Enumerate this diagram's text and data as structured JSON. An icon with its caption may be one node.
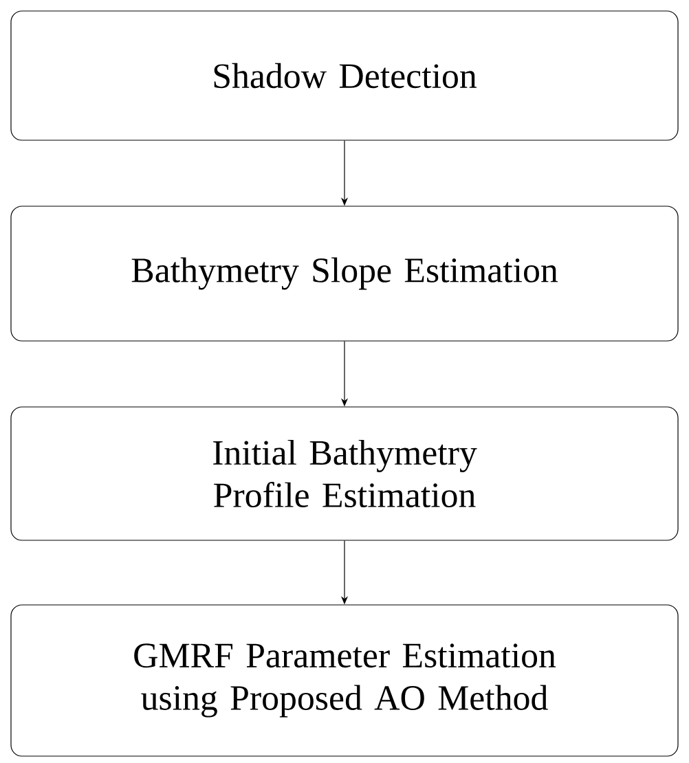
{
  "diagram": {
    "nodes": [
      {
        "text": [
          "Shadow Detection"
        ]
      },
      {
        "text": [
          "Bathymetry Slope Estimation"
        ]
      },
      {
        "text": [
          "Initial Bathymetry Profile Estimation"
        ]
      },
      {
        "text": [
          "GMRF Parameter Estimation using Proposed AO Method"
        ]
      }
    ],
    "edges": [
      {
        "from": 0,
        "to": 1,
        "arrow": "to"
      },
      {
        "from": 1,
        "to": 2,
        "arrow": "to"
      },
      {
        "from": 2,
        "to": 3,
        "arrow": "to"
      }
    ]
  }
}
